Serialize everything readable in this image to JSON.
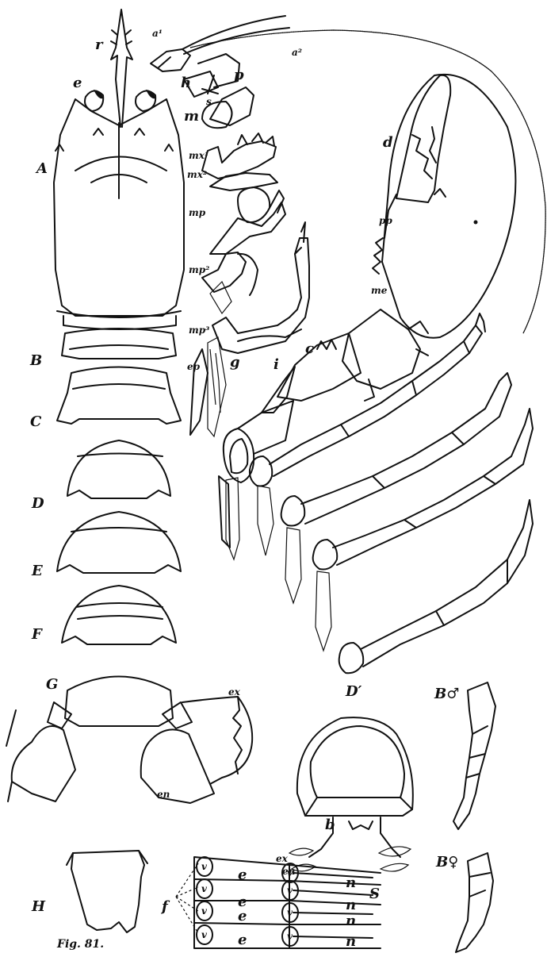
{
  "figure": {
    "caption": "Fig. 81.",
    "labels": {
      "rostrum": "r",
      "eye": "e",
      "antennule": "a¹",
      "antenna": "a²",
      "h": "h",
      "s": "s",
      "p": "p",
      "mandible": "m",
      "maxilla_1": "mx¹",
      "maxilla_2": "mx²",
      "maxilliped_1": "mp",
      "maxilliped_2": "mp²",
      "maxilliped_3": "mp³",
      "epipodite": "ep",
      "gill": "g",
      "i": "i",
      "c": "c",
      "dactylus": "d",
      "propodus": "pp",
      "meropodite": "me",
      "carapace": "A",
      "somite_b": "B",
      "somite_c": "C",
      "somite_d": "D",
      "somite_e": "E",
      "somite_f": "F",
      "telson_g": "G",
      "exopodite_g": "ex",
      "endopodite_g": "en",
      "telson_h": "H",
      "somite_d_prime": "D′",
      "b": "b",
      "exopodite_d": "ex",
      "endopodite_d": "en",
      "appendage_male": "B♂",
      "appendage_female": "B♀",
      "f": "f",
      "e1": "e",
      "e2": "e",
      "e3": "e",
      "e4": "e",
      "v1": "v",
      "v2": "v",
      "v3": "v",
      "v4": "v",
      "v5": "v",
      "v6": "v",
      "v7": "v",
      "v8": "v",
      "n1": "n",
      "n2": "n",
      "n3": "n",
      "n4": "n",
      "s_nerve": "S"
    }
  }
}
